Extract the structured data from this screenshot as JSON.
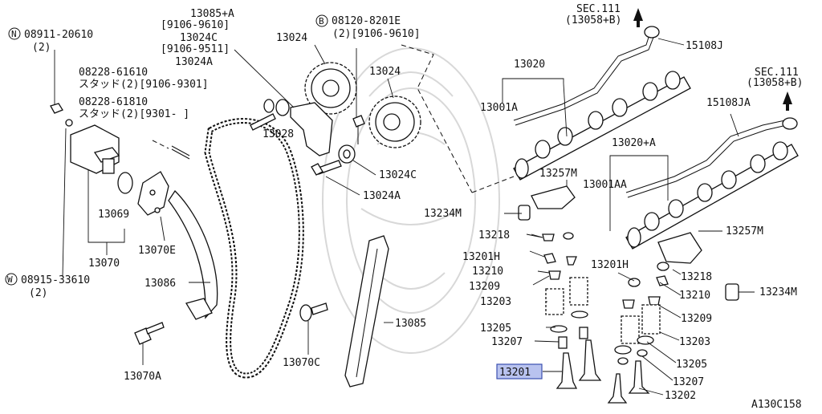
{
  "diagram_id": "A130C158",
  "highlight_color": "#b9c3ef",
  "labels": {
    "l_08911": "08911-20610",
    "l_08911_qty": "(2)",
    "l_08228a": "08228-61610",
    "l_08228a_sub": "スタッド(2)[9106-9301]",
    "l_08228b": "08228-61810",
    "l_08228b_sub": "スタッド(2)[9301-    ]",
    "l_13085a": "13085+A",
    "l_13085a_sub": "[9106-9610]",
    "l_13024c_top": "13024C",
    "l_13024c_sub": "[9106-9511]",
    "l_13024a_top": "13024A",
    "l_13024_left": "13024",
    "l_13024_right": "13024",
    "l_08120": "08120-8201E",
    "l_08120_sub": "(2)[9106-9610]",
    "l_13028": "13028",
    "l_13024c_mid": "13024C",
    "l_13024a_mid": "13024A",
    "l_13069": "13069",
    "l_13070": "13070",
    "l_13070e": "13070E",
    "l_13086": "13086",
    "l_08915": "08915-33610",
    "l_08915_qty": "(2)",
    "l_13070a": "13070A",
    "l_13070c": "13070C",
    "l_13085": "13085",
    "l_sec111_a": "SEC.111",
    "l_sec111_a_sub": "(13058+B)",
    "l_15108j": "15108J",
    "l_13020": "13020",
    "l_13001a": "13001A",
    "l_sec111_b": "SEC.111",
    "l_sec111_b_sub": "(13058+B)",
    "l_15108ja": "15108JA",
    "l_13020a": "13020+A",
    "l_13257m_top": "13257M",
    "l_13001aa": "13001AA",
    "l_13234m_left": "13234M",
    "l_13218_left": "13218",
    "l_13257m_right": "13257M",
    "l_13201h_left": "13201H",
    "l_13210_left": "13210",
    "l_13201h_right": "13201H",
    "l_13209_left": "13209",
    "l_13218_right": "13218",
    "l_13203_left": "13203",
    "l_13210_right": "13210",
    "l_13234m_right": "13234M",
    "l_13209_right": "13209",
    "l_13205_left": "13205",
    "l_13203_right": "13203",
    "l_13207_left": "13207",
    "l_13205_right": "13205",
    "l_13201": "13201",
    "l_13207_right": "13207",
    "l_13202": "13202",
    "l_n_symbol": "N",
    "l_w_symbol": "W",
    "l_b_symbol": "B"
  }
}
